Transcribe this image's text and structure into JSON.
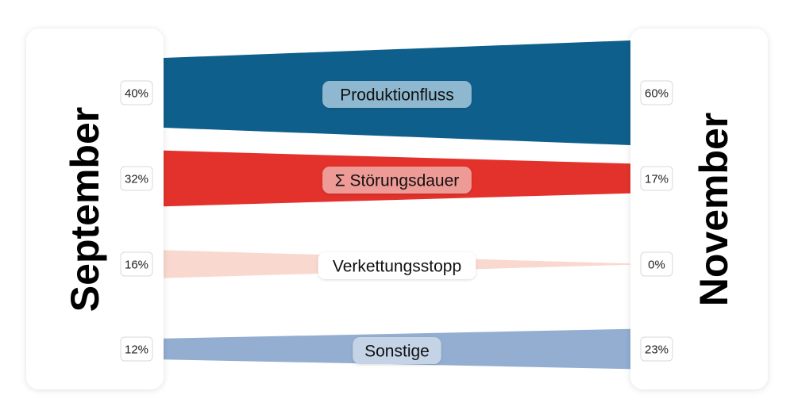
{
  "chart_data": {
    "type": "slope-band",
    "left_label": "September",
    "right_label": "November",
    "series": [
      {
        "name": "Produktionfluss",
        "left": 40,
        "right": 60,
        "color": "#0f5f8c",
        "label_bg": "#8db8cf"
      },
      {
        "name": "Σ Störungsdauer",
        "left": 32,
        "right": 17,
        "color": "#e3322b",
        "label_bg": "#ee9a96"
      },
      {
        "name": "Verkettungsstopp",
        "left": 16,
        "right": 0,
        "color": "#f9d9cf",
        "label_bg": "#ffffff"
      },
      {
        "name": "Sonstige",
        "left": 12,
        "right": 23,
        "color": "#93aed0",
        "label_bg": "#c4d3e6"
      }
    ],
    "value_suffix": "%"
  }
}
